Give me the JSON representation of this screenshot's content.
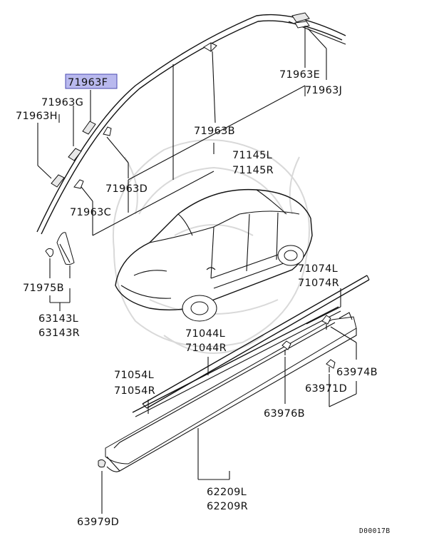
{
  "diagram": {
    "highlighted_part": "71963F",
    "diagram_code": "D00017B",
    "labels": {
      "p71963F": "71963F",
      "p71963G": "71963G",
      "p71963H": "71963H",
      "p71963E": "71963E",
      "p71963J": "71963J",
      "p71963B": "71963B",
      "p71145L": "71145L",
      "p71145R": "71145R",
      "p71963D": "71963D",
      "p71963C": "71963C",
      "p71975B": "71975B",
      "p63143L": "63143L",
      "p63143R": "63143R",
      "p71074L": "71074L",
      "p71074R": "71074R",
      "p71044L": "71044L",
      "p71044R": "71044R",
      "p71054L": "71054L",
      "p71054R": "71054R",
      "p63974B": "63974B",
      "p63971D": "63971D",
      "p63976B": "63976B",
      "p62209L": "62209L",
      "p62209R": "62209R",
      "p63979D": "63979D"
    },
    "colors": {
      "highlight_fill": "#b9b9ee",
      "line": "#111111",
      "watermark": "#d9d9d9"
    }
  }
}
